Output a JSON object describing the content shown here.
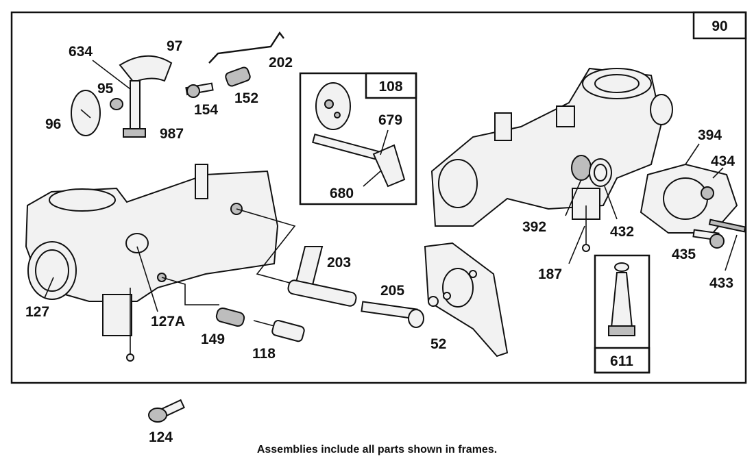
{
  "main_frame": {
    "label": "90"
  },
  "sub_frames": {
    "frame_108": "108",
    "frame_611": "611"
  },
  "part_labels": {
    "p634": "634",
    "p97": "97",
    "p202": "202",
    "p95": "95",
    "p152": "152",
    "p154": "154",
    "p96": "96",
    "p987": "987",
    "p679": "679",
    "p680": "680",
    "p394": "394",
    "p434": "434",
    "p392": "392",
    "p432": "432",
    "p187": "187",
    "p435": "435",
    "p433": "433",
    "p203": "203",
    "p205": "205",
    "p127": "127",
    "p127A": "127A",
    "p149": "149",
    "p118": "118",
    "p52": "52",
    "p124": "124"
  },
  "footnote": "Assemblies include all parts shown in frames."
}
